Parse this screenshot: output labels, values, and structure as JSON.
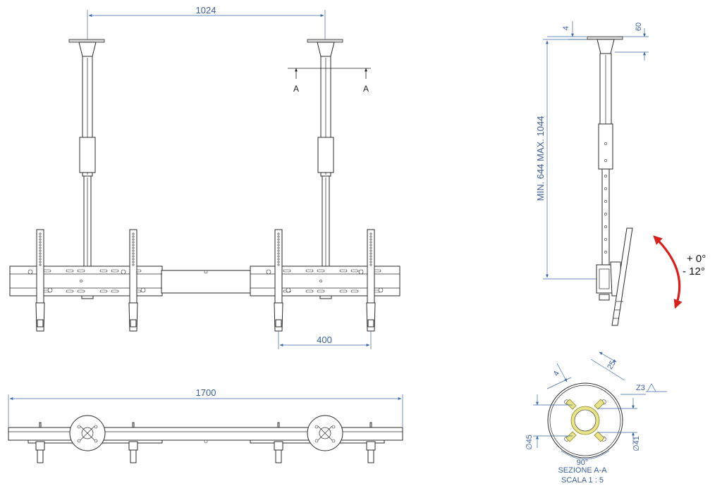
{
  "front_view": {
    "dim_pole_spacing": "1024",
    "dim_vesa": "400",
    "section_marker": "A"
  },
  "bottom_view": {
    "dim_total_width": "1700"
  },
  "side_view": {
    "dim_flange_thickness": "4",
    "dim_flange_height": "60",
    "dim_height_range": "MIN. 644 MAX. 1044",
    "tilt_plus": "+ 0°",
    "tilt_minus": "- 12°",
    "tilt_arrow_color": "#d4221f"
  },
  "section": {
    "dim_slot": "25",
    "dim_wall": "4",
    "surface_mark": "Z3",
    "dim_outer_diameter": "∅45",
    "dim_inner_diameter": "∅41",
    "dim_angle": "90°",
    "title": "SEZIONE A-A",
    "scale": "SCALA 1 : 5"
  },
  "colors": {
    "dimension": "#3a6aa8",
    "outline": "#2b2b2b",
    "highlight": "#e8e38a"
  }
}
